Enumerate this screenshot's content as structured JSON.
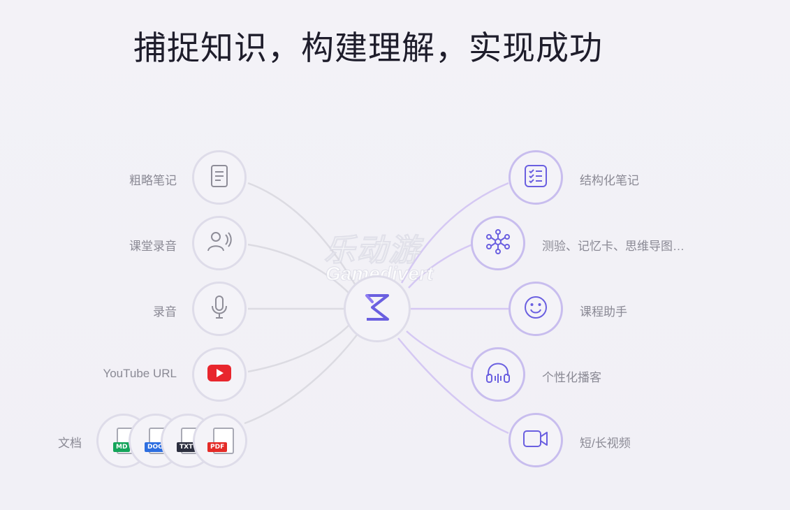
{
  "title": "捕捉知识，构建理解，实现成功",
  "inputs": [
    {
      "label": "粗略笔记",
      "icon": "notes-icon"
    },
    {
      "label": "课堂录音",
      "icon": "speaker-icon"
    },
    {
      "label": "录音",
      "icon": "microphone-icon"
    },
    {
      "label": "YouTube URL",
      "icon": "youtube-icon"
    },
    {
      "label": "文档",
      "icon": "document-icon"
    }
  ],
  "documents": [
    "MD",
    "DOC",
    "TXT",
    "PDF"
  ],
  "outputs": [
    {
      "label": "结构化笔记",
      "icon": "checklist-icon"
    },
    {
      "label": "测验、记忆卡、思维导图…",
      "icon": "mind-map-icon"
    },
    {
      "label": "课程助手",
      "icon": "smiley-icon"
    },
    {
      "label": "个性化播客",
      "icon": "headphones-icon"
    },
    {
      "label": "短/长视频",
      "icon": "video-camera-icon"
    }
  ],
  "center": {
    "icon": "app-logo-icon"
  },
  "watermark": {
    "line1": "乐动游",
    "line2": "Gamedivert"
  },
  "colors": {
    "left_line": "#dcdbe2",
    "right_line": "#d5c8f3",
    "accent": "#6a5fe0",
    "youtube": "#e8262d"
  }
}
